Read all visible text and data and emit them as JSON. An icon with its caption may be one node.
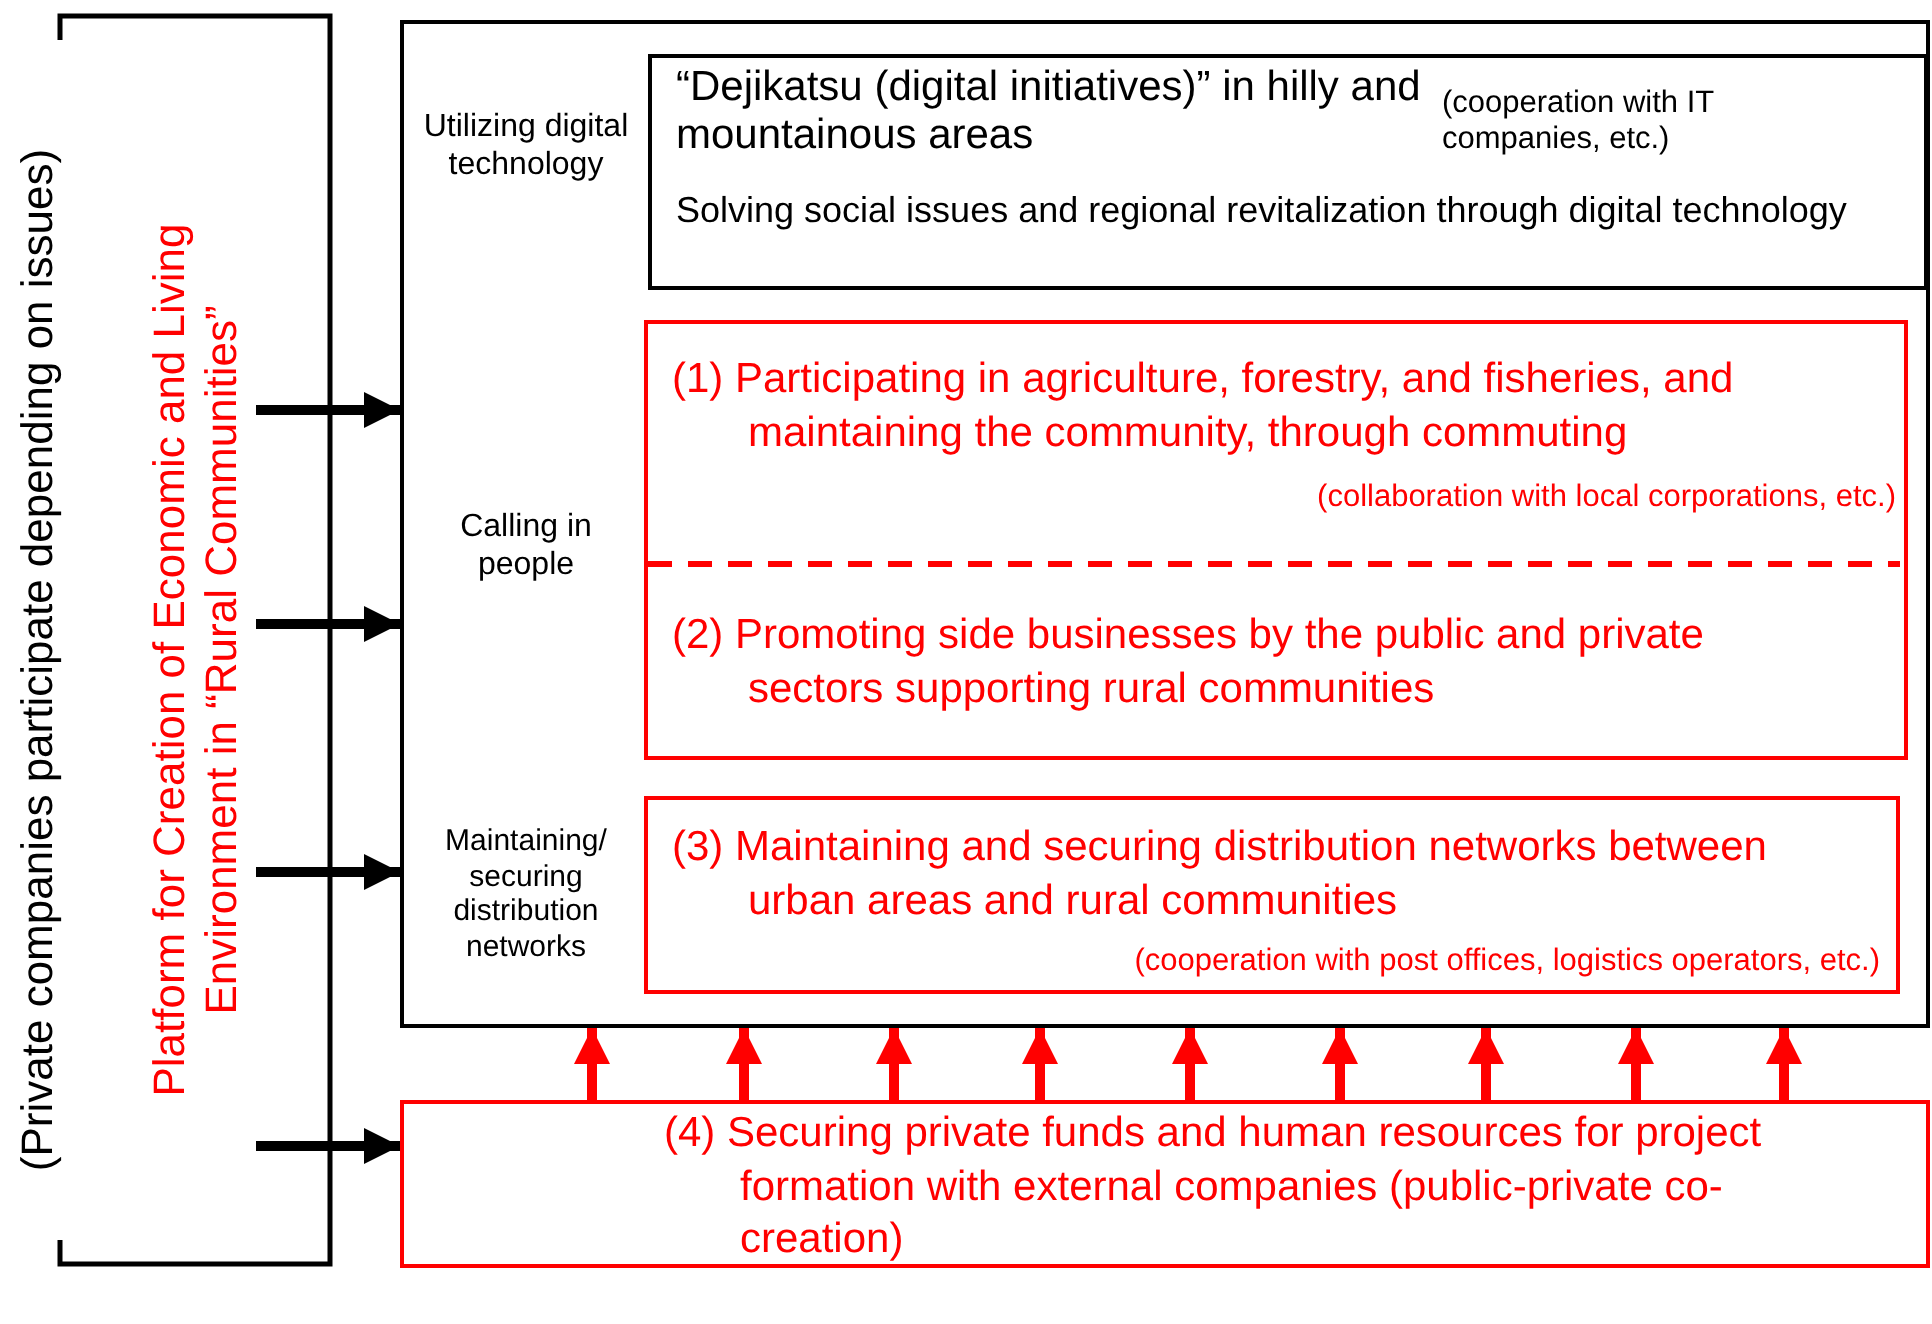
{
  "diagram": {
    "nodes": [
      {
        "text": [
          "(Private companies participate depending on issues)",
          "Platform for Creation of Economic and Living Environment in “Rural Communities”"
        ]
      },
      {
        "text": [
          "Utilizing digital technology",
          "Calling in people",
          "Maintaining/ securing distribution networks"
        ]
      },
      {
        "text": [
          "“Dejikatsu (digital initiatives)” in hilly and mountainous areas",
          "(cooperation with IT companies, etc.)",
          "Solving social issues and regional revitalization through digital technology"
        ],
        "in": 1
      },
      {
        "text": [
          "(1) Participating in agriculture, forestry, and fisheries, and maintaining the community, through commuting",
          "(collaboration with local corporations, etc.)",
          "(2) Promoting side businesses by the public and private sectors supporting rural communities"
        ],
        "in": 1
      },
      {
        "text": [
          "(3) Maintaining and securing distribution networks between urban areas and rural communities",
          "(cooperation with post offices, logistics operators, etc.)"
        ],
        "in": 1
      },
      {
        "text": [
          "(4) Securing private funds and human resources for project formation with external companies (public-private co-creation)"
        ]
      }
    ],
    "edges": [
      {
        "from": 0,
        "to": 1,
        "arrow": "to",
        "color": "#000000"
      },
      {
        "from": 0,
        "to": 1,
        "arrow": "to",
        "color": "#000000"
      },
      {
        "from": 0,
        "to": 1,
        "arrow": "to",
        "color": "#000000"
      },
      {
        "from": 0,
        "to": 5,
        "arrow": "to",
        "color": "#000000"
      },
      {
        "from": 5,
        "to": 1,
        "arrow": "to"
      },
      {
        "from": 5,
        "to": 1,
        "arrow": "to"
      },
      {
        "from": 5,
        "to": 1,
        "arrow": "to"
      },
      {
        "from": 5,
        "to": 1,
        "arrow": "to"
      },
      {
        "from": 5,
        "to": 1,
        "arrow": "to"
      },
      {
        "from": 5,
        "to": 1,
        "arrow": "to"
      },
      {
        "from": 5,
        "to": 1,
        "arrow": "to"
      },
      {
        "from": 5,
        "to": 1,
        "arrow": "to"
      },
      {
        "from": 5,
        "to": 1,
        "arrow": "to"
      }
    ]
  }
}
